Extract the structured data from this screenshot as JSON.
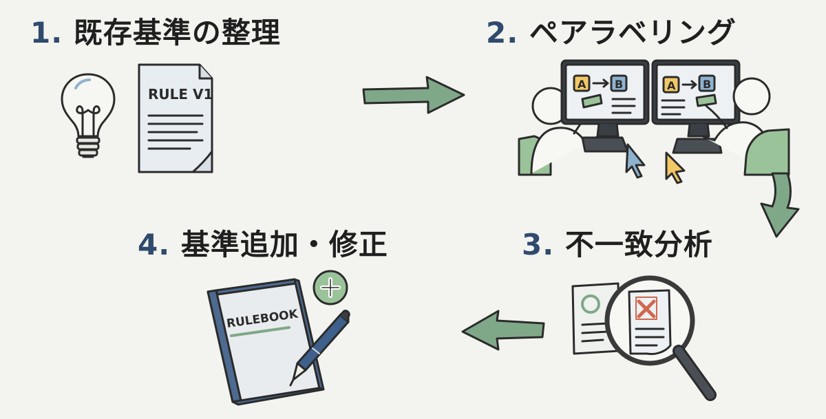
{
  "steps": [
    {
      "number": "1.",
      "label": "既存基準の整理"
    },
    {
      "number": "2.",
      "label": "ペアラベリング"
    },
    {
      "number": "3.",
      "label": "不一致分析"
    },
    {
      "number": "4.",
      "label": "基準追加・修正"
    }
  ],
  "illustrations": {
    "rule_doc_text": "RULE V1",
    "screen_a_label": "A",
    "screen_b_label": "B",
    "rulebook_text": "RULEBOOK"
  },
  "colors": {
    "title_text": "#1f1f1f",
    "step_number": "#2f4a6d",
    "arrow_fill": "#7fa888",
    "outline": "#2b2b2b",
    "accent_green": "#9bc39a",
    "accent_yellow": "#f2c867",
    "accent_blue": "#8fb2cf",
    "reject_red": "#d0684f"
  },
  "icons": [
    "lightbulb-icon",
    "document-icon",
    "computer-workstation-icon",
    "magnifier-icon",
    "rulebook-icon",
    "pen-icon",
    "plus-badge-icon",
    "arrow-icon"
  ]
}
